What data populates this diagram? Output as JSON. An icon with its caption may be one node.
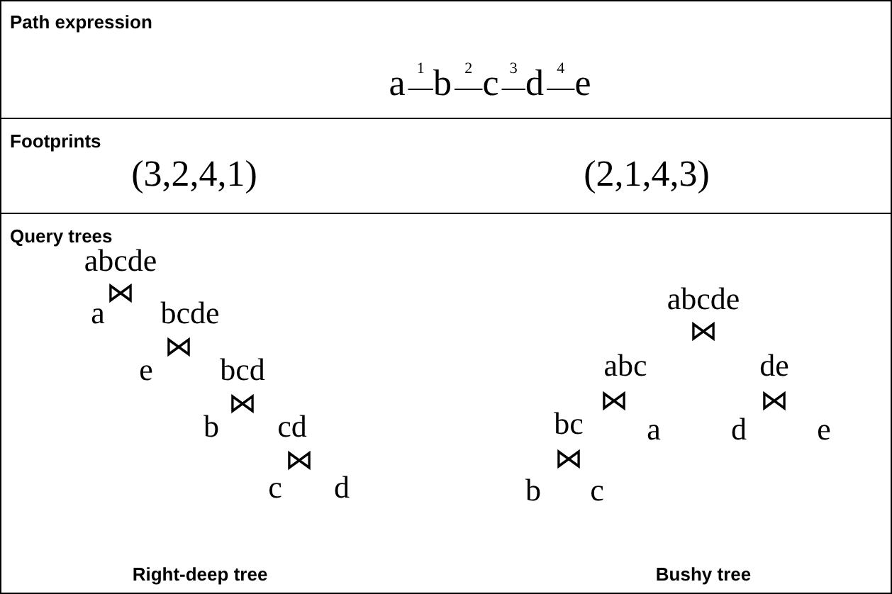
{
  "diagram": {
    "nodes": [
      {
        "text": [
          "a"
        ]
      },
      {
        "text": [
          "b"
        ]
      },
      {
        "text": [
          "c"
        ]
      },
      {
        "text": [
          "d"
        ]
      },
      {
        "text": [
          "e"
        ]
      }
    ],
    "edges": [
      {
        "from": 0,
        "to": 1,
        "arrow": "none",
        "label": "1"
      },
      {
        "from": 1,
        "to": 2,
        "arrow": "none",
        "label": "2"
      },
      {
        "from": 2,
        "to": 3,
        "arrow": "none",
        "label": "3"
      },
      {
        "from": 3,
        "to": 4,
        "arrow": "none",
        "label": "4"
      }
    ],
    "labels": [
      "Path expression",
      "Footprints",
      "(3,2,4,1)",
      "(2,1,4,3)",
      "Query trees",
      "abcde",
      "⋈",
      "a",
      "bcde",
      "⋈",
      "e",
      "bcd",
      "⋈",
      "b",
      "cd",
      "⋈",
      "c",
      "d",
      "abcde",
      "⋈",
      "abc",
      "de",
      "⋈",
      "bc",
      "a",
      "⋈",
      "d",
      "e",
      "⋈",
      "b",
      "c",
      "Right-deep tree",
      "Bushy tree"
    ]
  }
}
